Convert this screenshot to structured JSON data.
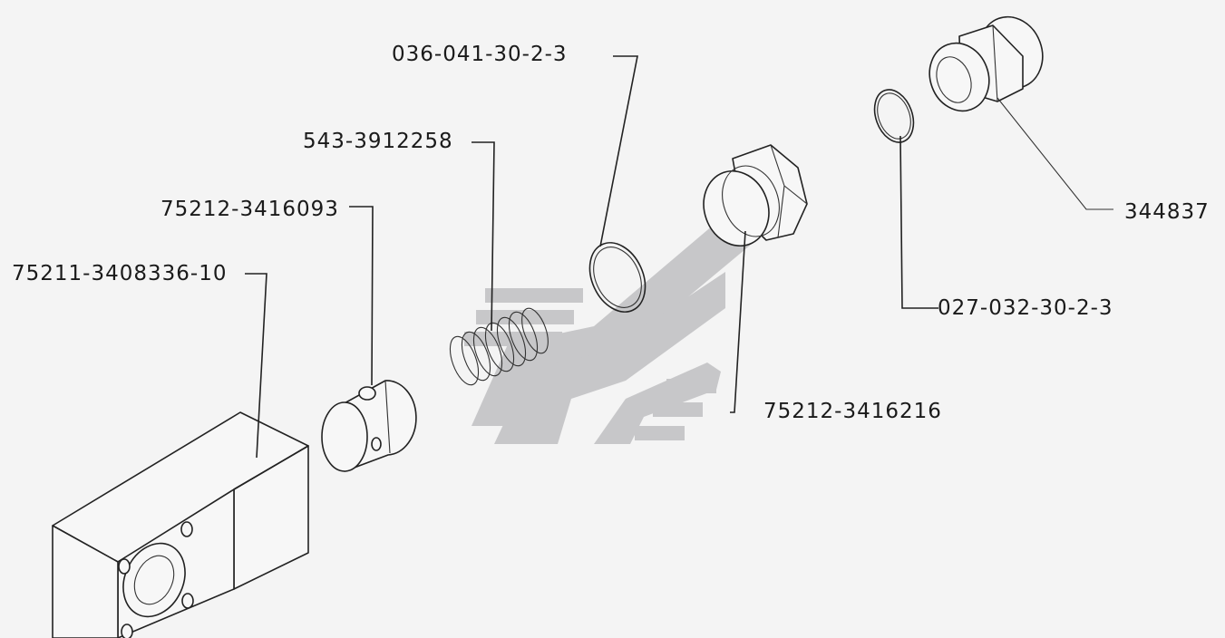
{
  "callouts": [
    {
      "id": "ring-036",
      "text": "036-041-30-2-3"
    },
    {
      "id": "spring-543",
      "text": "543-3912258"
    },
    {
      "id": "piston-75212",
      "text": "75212-3416093"
    },
    {
      "id": "body-75211",
      "text": "75211-3408336-10"
    },
    {
      "id": "nut-344837",
      "text": "344837"
    },
    {
      "id": "ring-027",
      "text": "027-032-30-2-3"
    },
    {
      "id": "plug-75212",
      "text": "75212-3416216"
    }
  ],
  "colors": {
    "line": "#222222",
    "watermark": "#c7c7c9",
    "background": "#f4f4f4"
  }
}
